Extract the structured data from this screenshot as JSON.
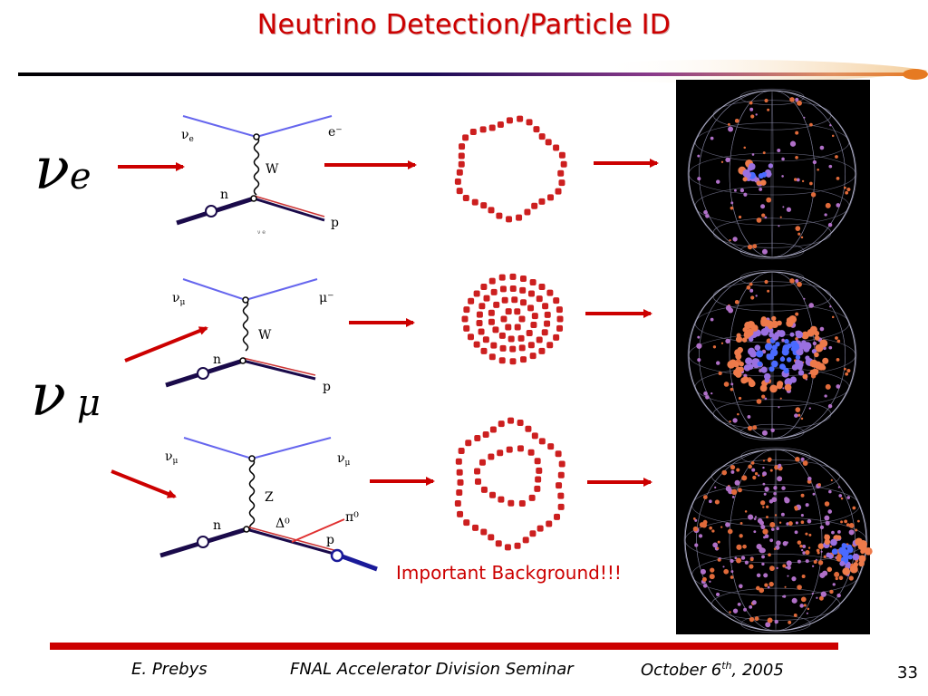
{
  "slide": {
    "title": "Neutrino Detection/Particle ID",
    "big_labels": {
      "nu_e": "ν",
      "nu_e_sub": "e",
      "nu_mu": "ν",
      "nu_mu_sub": "μ"
    },
    "note": "Important Background!!!",
    "page_number": "33"
  },
  "diagrams": [
    {
      "id": "cc-electron",
      "incoming": "ν",
      "incoming_sub": "e",
      "outgoing": "e⁻",
      "boson": "W",
      "target": "n",
      "product": "p",
      "faint_label": "ν e"
    },
    {
      "id": "cc-muon",
      "incoming": "ν",
      "incoming_sub": "μ",
      "outgoing": "μ⁻",
      "boson": "W",
      "target": "n",
      "product": "p"
    },
    {
      "id": "nc-pion",
      "incoming": "ν",
      "incoming_sub": "μ",
      "outgoing": "ν",
      "outgoing_sub": "μ",
      "boson": "Z",
      "target": "n",
      "resonance": "Δ⁰",
      "extra": "π⁰",
      "product": "p"
    }
  ],
  "footer": {
    "author": "E. Prebys",
    "event": "FNAL Accelerator Division Seminar",
    "date_prefix": "October 6",
    "date_sup": "th",
    "date_suffix": ", 2005"
  },
  "colors": {
    "title": "#cc0000",
    "arrow": "#cc0000",
    "neutrino_line": "#6666ee",
    "nucleon_line": "#1a0a4a",
    "ring_dot": "#cc1f1f",
    "event_background": "#000000"
  }
}
